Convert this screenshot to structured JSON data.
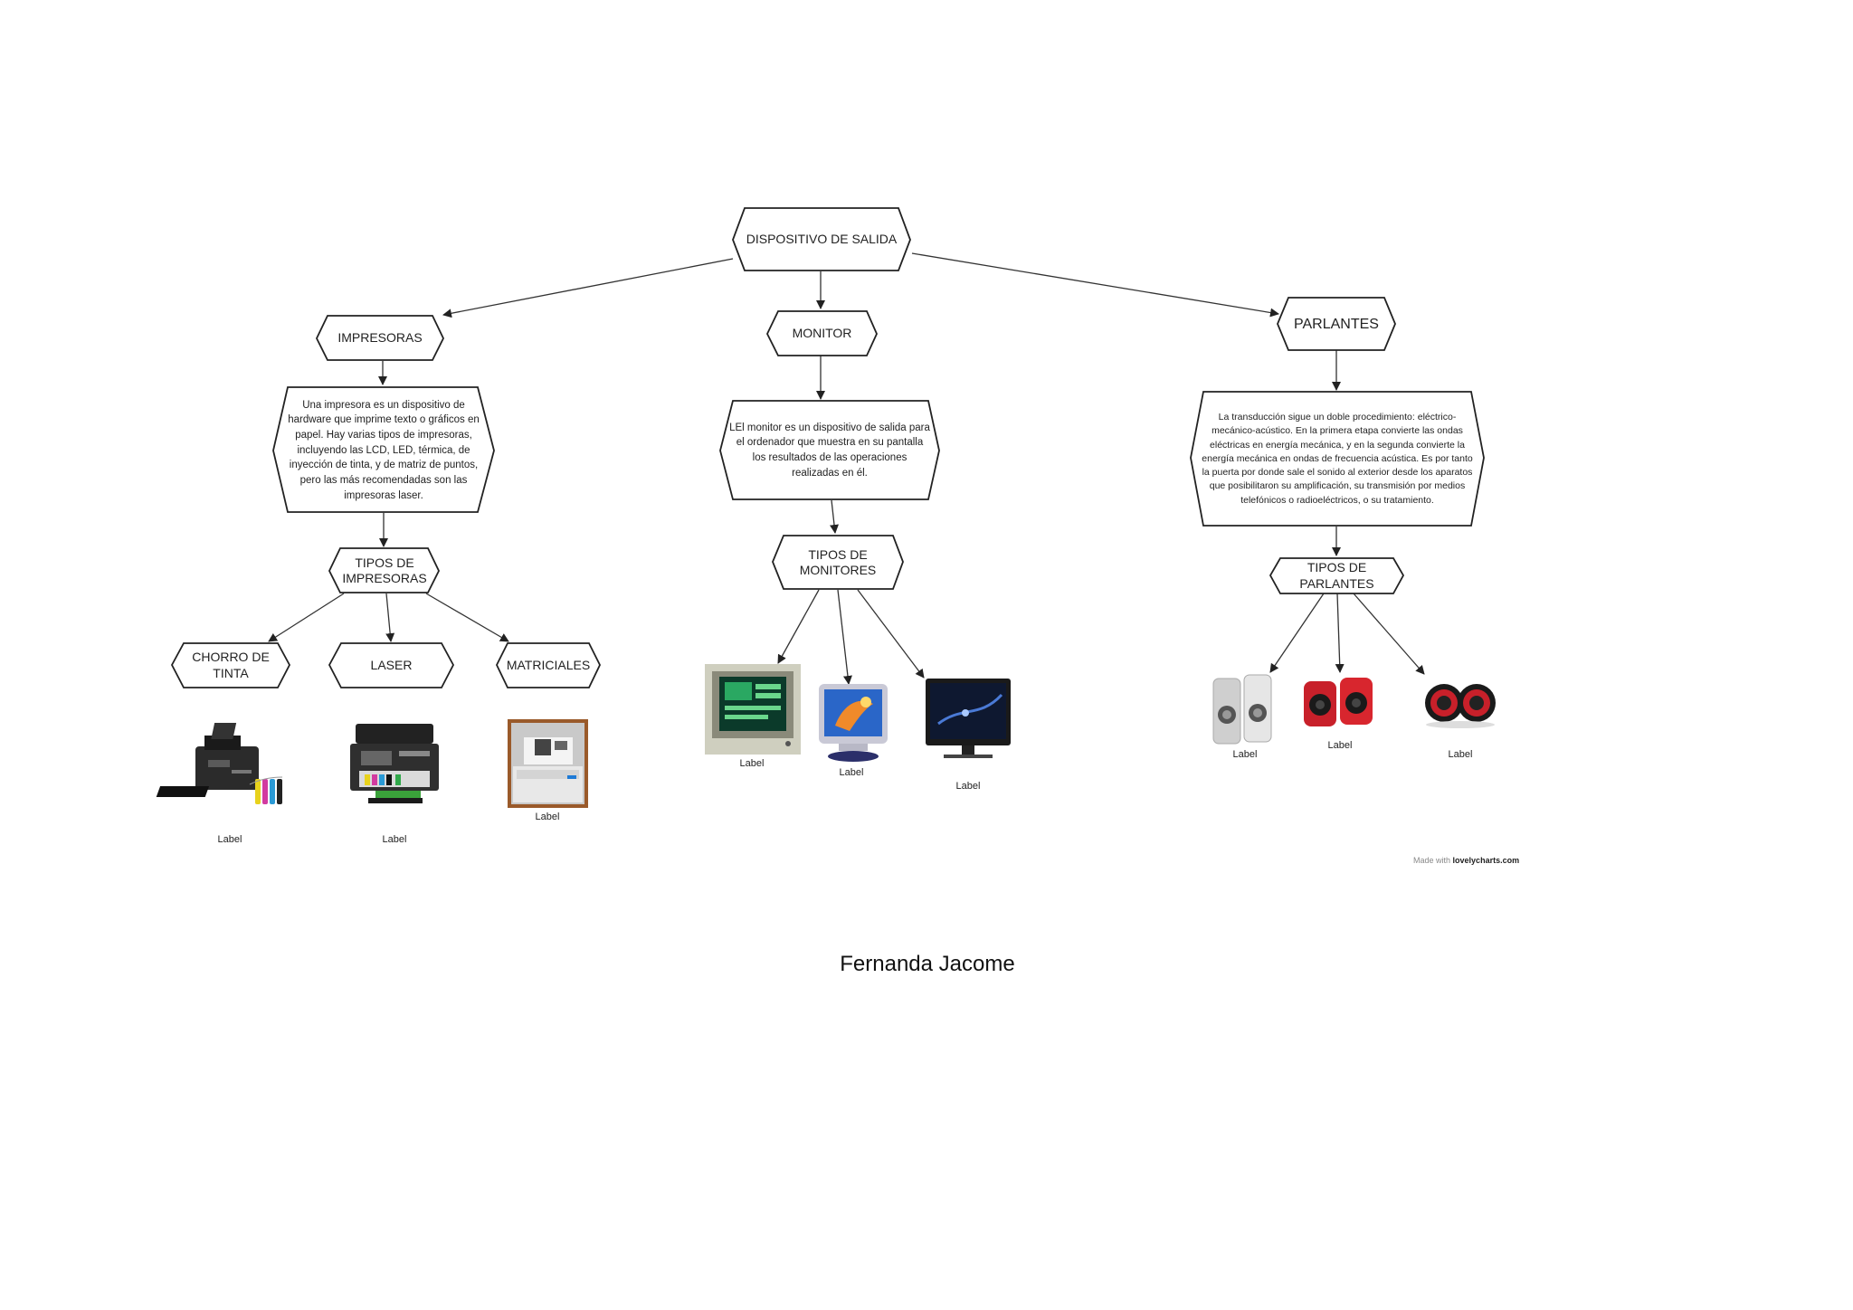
{
  "diagram": {
    "root": {
      "label": "DISPOSITIVO DE SALIDA"
    },
    "branches": [
      {
        "title": "IMPRESORAS",
        "description": "Una impresora es un dispositivo de hardware que imprime texto o gráficos en papel. Hay varias tipos de impresoras, incluyendo las LCD, LED, térmica, de inyección de tinta, y de matriz de puntos, pero las más recomendadas son las impresoras laser.",
        "types_label": "TIPOS DE IMPRESORAS",
        "types": [
          "CHORRO DE TINTA",
          "LASER",
          "MATRICIALES"
        ],
        "image_labels": [
          "Label",
          "Label",
          "Label"
        ]
      },
      {
        "title": "MONITOR",
        "description": "LEl monitor es un dispositivo de salida para el ordenador que muestra en su pantalla los resultados de las operaciones realizadas en él.",
        "types_label": "TIPOS DE MONITORES",
        "image_labels": [
          "Label",
          "Label",
          "Label"
        ]
      },
      {
        "title": "PARLANTES",
        "description": "La transducción sigue un doble procedimiento: eléctrico-mecánico-acústico. En la primera etapa convierte las ondas eléctricas en energía mecánica, y en la segunda convierte la energía mecánica en ondas de frecuencia acústica. Es por tanto la puerta por donde sale el sonido al exterior desde los aparatos que posibilitaron su amplificación, su transmisión por medios telefónicos o radioeléctricos, o su tratamiento.",
        "types_label": "TIPOS DE PARLANTES",
        "image_labels": [
          "Label",
          "Label",
          "Label"
        ]
      }
    ]
  },
  "credit": {
    "prefix": "Made with",
    "brand": "lovelycharts.com"
  },
  "author": "Fernanda Jacome",
  "colors": {
    "stroke": "#222222",
    "speaker_red": "#c8202a",
    "monitor_blue": "#2a66c8"
  }
}
